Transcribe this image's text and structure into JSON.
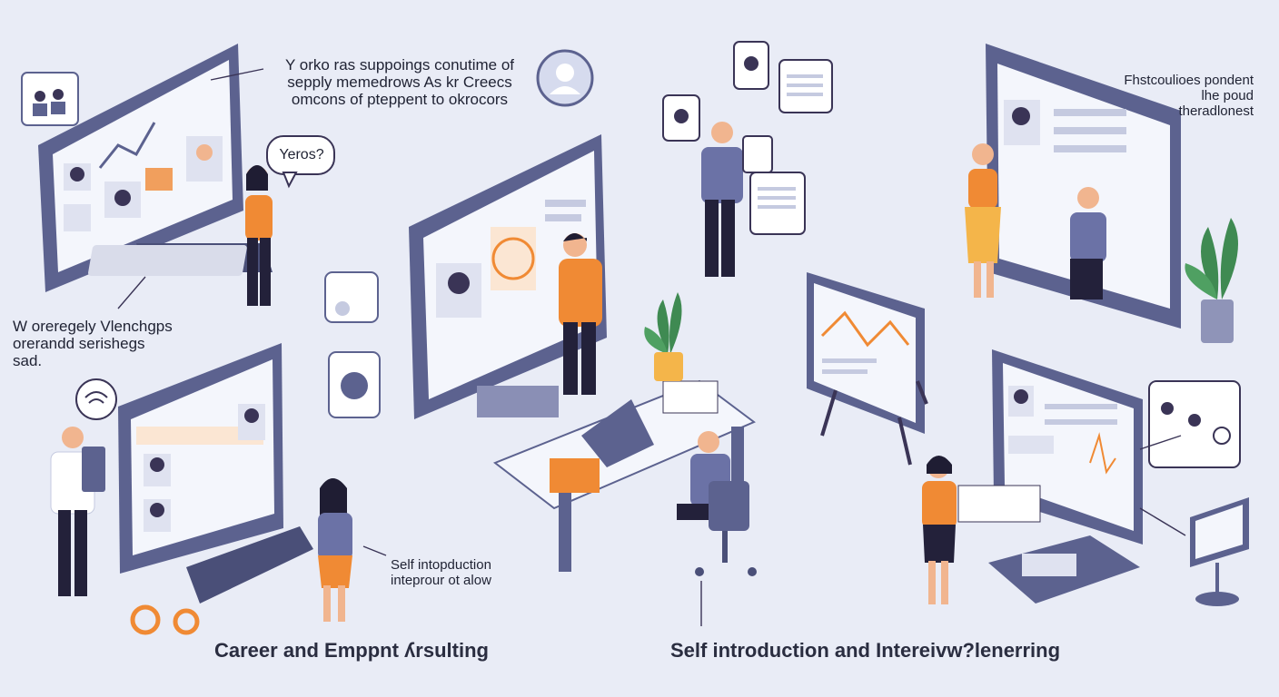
{
  "texts": {
    "top_center": [
      "Y orko ras suppoings conutime of",
      "sepply memedrows As kr Creecs",
      "omcons of  pteppent to okrocors"
    ],
    "bubble": "Yeros?",
    "left_mid": [
      "W oreregely Vlenchgps",
      "orerandd serishegs",
      "sad."
    ],
    "top_right": [
      "Fhstcoulioes pondent",
      "lhe poud",
      "theradlonest"
    ],
    "bottom_center": [
      "Self intopduction",
      "inteprour ot alow"
    ]
  },
  "captions": {
    "left": "Career and Emppnt ʎrsulting",
    "right": "Self introduction and Intereivw?lenerring"
  },
  "colors": {
    "background": "#e9ecf6",
    "monitor": "#5c628f",
    "accent": "#f08a34",
    "skin": "#f1b58f",
    "plant": "#3f8a52"
  }
}
